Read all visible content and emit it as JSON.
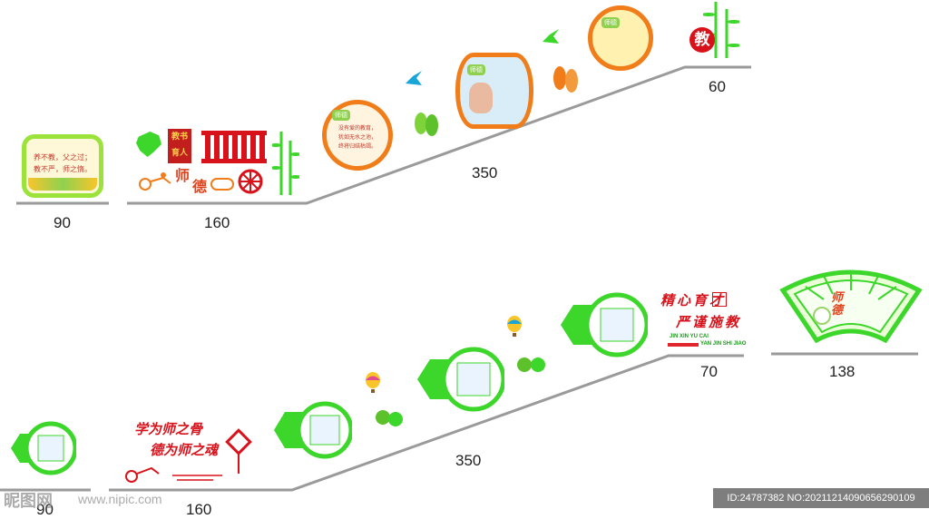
{
  "row1": {
    "dims": [
      "90",
      "160",
      "350",
      "60"
    ],
    "panel1": {
      "line1": "养不教，父之过；",
      "line2": "教不严，师之惰。"
    },
    "vertical_badge": "教书育人",
    "shide": [
      "师",
      "德"
    ],
    "circle_panel": {
      "tag": "师德",
      "lines": [
        "没有爱的教育，",
        "犹如无水之池，",
        "终将归结枯竭。"
      ]
    },
    "scroll_panel": {
      "tag": "师德"
    },
    "round_panel": {
      "tag": "师德"
    },
    "jiao_seal": "教"
  },
  "row2": {
    "dims": [
      "90",
      "160",
      "350",
      "70",
      "138"
    ],
    "calligraphy1": "学为师之骨",
    "calligraphy2": "德为师之魂",
    "motto1": "精心育才",
    "motto2": "严谨施教",
    "pinyin1": "JIN XIN YU CAI",
    "pinyin2": "YAN JIN SHI JIAO",
    "fan_text": "师德"
  },
  "watermark": {
    "logo": "昵图网",
    "site": "www.nipic.com",
    "id_text": "ID:24787382 NO:20211214090656290109"
  },
  "colors": {
    "line": "#999999",
    "green": "#3dd62a",
    "orange": "#f07d1a",
    "red": "#d8121b"
  }
}
